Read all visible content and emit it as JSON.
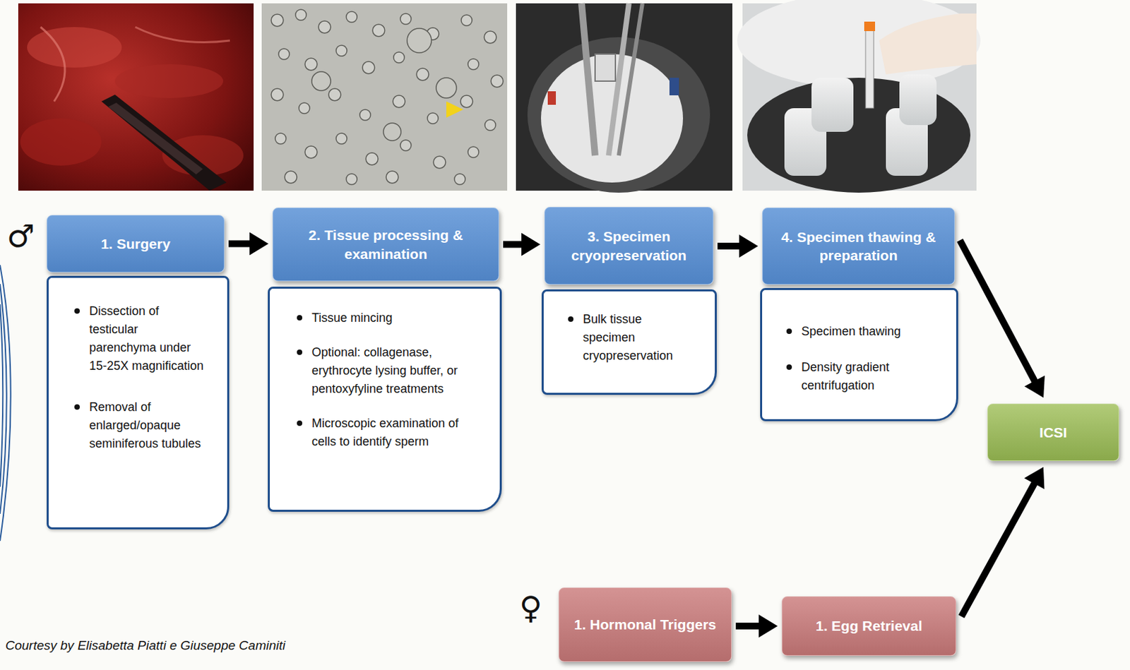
{
  "diagram": {
    "nodes": [
      {
        "text": [
          "1. Surgery"
        ]
      },
      {
        "text": [
          "Dissection of testicular parenchyma under 15-25X magnification",
          "Removal of enlarged/opaque seminiferous tubules"
        ]
      },
      {
        "text": [
          "2. Tissue processing & examination"
        ]
      },
      {
        "text": [
          "Tissue mincing",
          "Optional: collagenase, erythrocyte lysing buffer, or pentoxyfyline treatments",
          "Microscopic examination of cells to identify sperm"
        ]
      },
      {
        "text": [
          "3. Specimen cryopreservation"
        ]
      },
      {
        "text": [
          "Bulk tissue specimen cryopreservation"
        ]
      },
      {
        "text": [
          "4. Specimen thawing & preparation"
        ]
      },
      {
        "text": [
          "Specimen thawing",
          "Density gradient centrifugation"
        ]
      },
      {
        "text": [
          "ICSI"
        ]
      },
      {
        "text": [
          "1. Hormonal Triggers"
        ]
      },
      {
        "text": [
          "1. Egg Retrieval"
        ]
      }
    ],
    "edges": [
      {
        "from": 0,
        "to": 2,
        "arrow": "to"
      },
      {
        "from": 2,
        "to": 4,
        "arrow": "to"
      },
      {
        "from": 4,
        "to": 6,
        "arrow": "to"
      },
      {
        "from": 6,
        "to": 8,
        "arrow": "to"
      },
      {
        "from": 9,
        "to": 10,
        "arrow": "to"
      },
      {
        "from": 10,
        "to": 8,
        "arrow": "to"
      }
    ],
    "labels": [
      "♂",
      "♀",
      "Courtesy by Elisabetta Piatti e Giuseppe Caminiti"
    ]
  }
}
